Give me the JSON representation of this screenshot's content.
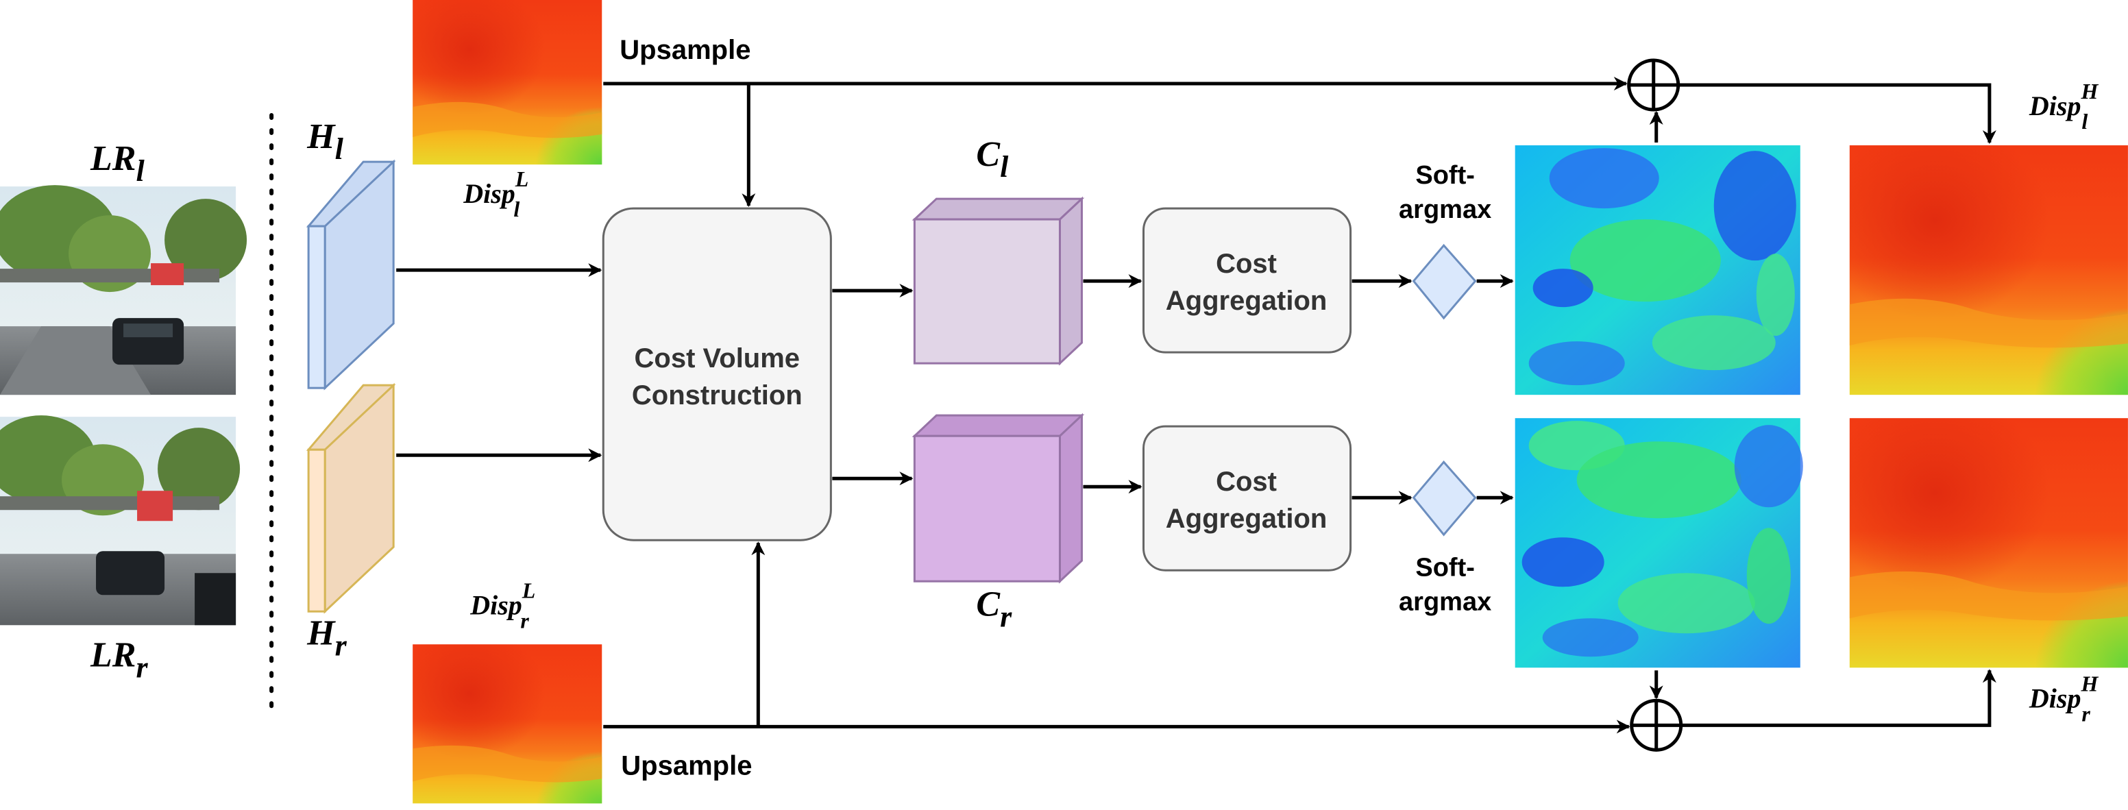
{
  "diagram": {
    "inputs": {
      "left": {
        "main": "LR",
        "sub": "l"
      },
      "right": {
        "main": "LR",
        "sub": "r"
      }
    },
    "features": {
      "left": {
        "main": "H",
        "sub": "l"
      },
      "right": {
        "main": "H",
        "sub": "r"
      }
    },
    "low_res_disparity": {
      "left": {
        "main": "Disp",
        "sub": "l",
        "sup": "L"
      },
      "right": {
        "main": "Disp",
        "sub": "r",
        "sup": "L"
      }
    },
    "upsample_label": "Upsample",
    "cost_volume": {
      "line1": "Cost Volume",
      "line2": "Construction"
    },
    "cost_volumes": {
      "left": {
        "main": "C",
        "sub": "l"
      },
      "right": {
        "main": "C",
        "sub": "r"
      }
    },
    "aggregation": {
      "line1": "Cost",
      "line2": "Aggregation"
    },
    "softargmax": {
      "line1": "Soft-",
      "line2": "argmax"
    },
    "high_res_disparity": {
      "left": {
        "main": "Disp",
        "sub": "l",
        "sup": "H"
      },
      "right": {
        "main": "Disp",
        "sub": "r",
        "sup": "H"
      }
    },
    "colors": {
      "feature_left_fill": "#dae8fc",
      "feature_left_stroke": "#6c8ebf",
      "feature_right_fill": "#ffe6cc",
      "feature_right_stroke": "#d6b656",
      "cost_left_fill": "#e1d5e7",
      "cost_right_fill": "#d9b3e6",
      "cost_stroke": "#9673a6",
      "node_fill": "#f5f5f5",
      "node_stroke": "#666666",
      "softargmax_fill": "#dae8fc"
    }
  }
}
